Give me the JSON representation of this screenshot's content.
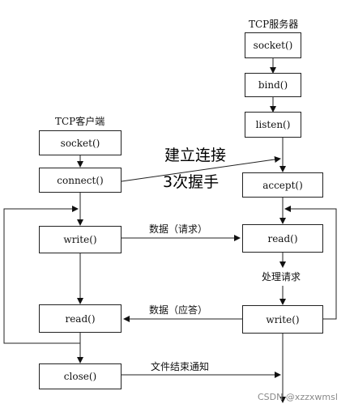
{
  "server": {
    "title": "TCP服务器",
    "socket": "socket()",
    "bind": "bind()",
    "listen": "listen()",
    "accept": "accept()",
    "read": "read()",
    "process": "处理请求",
    "write": "write()"
  },
  "client": {
    "title": "TCP客户端",
    "socket": "socket()",
    "connect": "connect()",
    "write": "write()",
    "read": "read()",
    "close": "close()"
  },
  "messages": {
    "connect_line1": "建立连接",
    "connect_line2": "3次握手",
    "request": "数据（请求）",
    "response": "数据（应答）",
    "eof": "文件结束通知"
  },
  "watermark": "CSDN @xzzxwmsl"
}
